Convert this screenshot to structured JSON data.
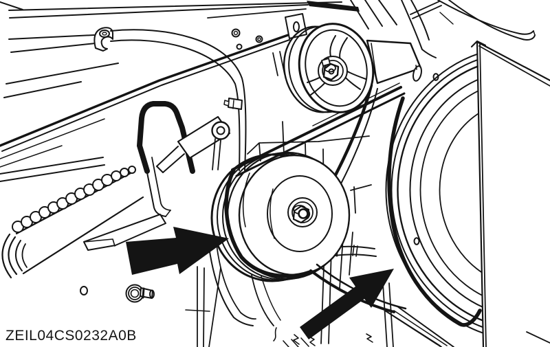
{
  "figure": {
    "label": "ZEIL04CS0232A0B",
    "ink_color": "#141414",
    "background_color": "#ffffff",
    "callouts": [
      {
        "name": "left-callout-arrow",
        "points": "right, at variator pulley grooves"
      },
      {
        "name": "right-callout-arrow",
        "points": "up-right, at drum drive belt rim"
      }
    ]
  }
}
